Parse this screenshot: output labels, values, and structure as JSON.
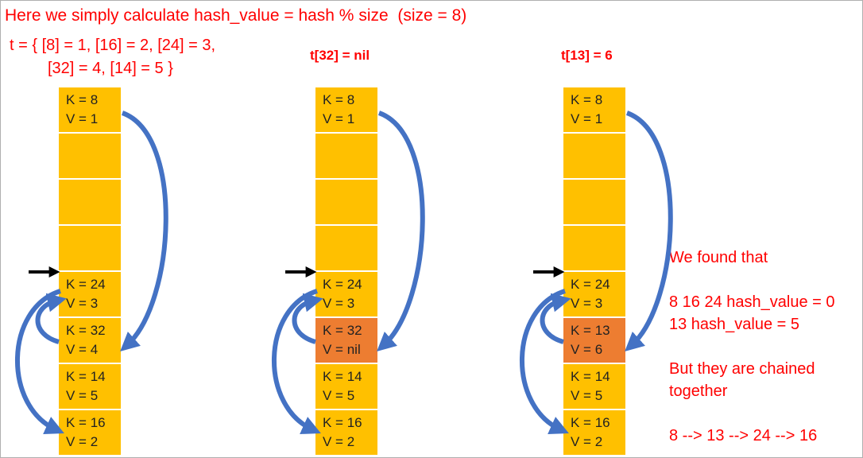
{
  "title": "Here we simply calculate hash_value = hash % size  (size = 8)",
  "table_def": {
    "line1": "t = { [8] = 1, [16] = 2, [24] = 3,",
    "line2": "[32] = 4, [14] = 5 }"
  },
  "columns": [
    {
      "title": "",
      "cells": [
        {
          "k": "K = 8",
          "v": "V = 1",
          "highlight": false
        },
        {
          "k": "",
          "v": "",
          "highlight": false
        },
        {
          "k": "",
          "v": "",
          "highlight": false
        },
        {
          "k": "",
          "v": "",
          "highlight": false
        },
        {
          "k": "K = 24",
          "v": "V = 3",
          "highlight": false
        },
        {
          "k": "K = 32",
          "v": "V = 4",
          "highlight": false
        },
        {
          "k": "K = 14",
          "v": "V = 5",
          "highlight": false
        },
        {
          "k": "K = 16",
          "v": "V = 2",
          "highlight": false
        }
      ]
    },
    {
      "title": "t[32] = nil",
      "cells": [
        {
          "k": "K = 8",
          "v": "V = 1",
          "highlight": false
        },
        {
          "k": "",
          "v": "",
          "highlight": false
        },
        {
          "k": "",
          "v": "",
          "highlight": false
        },
        {
          "k": "",
          "v": "",
          "highlight": false
        },
        {
          "k": "K = 24",
          "v": "V = 3",
          "highlight": false
        },
        {
          "k": "K = 32",
          "v": "V = nil",
          "highlight": true
        },
        {
          "k": "K = 14",
          "v": "V = 5",
          "highlight": false
        },
        {
          "k": "K = 16",
          "v": "V = 2",
          "highlight": false
        }
      ]
    },
    {
      "title": "t[13] = 6",
      "cells": [
        {
          "k": "K = 8",
          "v": "V = 1",
          "highlight": false
        },
        {
          "k": "",
          "v": "",
          "highlight": false
        },
        {
          "k": "",
          "v": "",
          "highlight": false
        },
        {
          "k": "",
          "v": "",
          "highlight": false
        },
        {
          "k": "K = 24",
          "v": "V = 3",
          "highlight": false
        },
        {
          "k": "K = 13",
          "v": "V = 6",
          "highlight": true
        },
        {
          "k": "K = 14",
          "v": "V = 5",
          "highlight": false
        },
        {
          "k": "K = 16",
          "v": "V = 2",
          "highlight": false
        }
      ]
    }
  ],
  "notes": {
    "line1": "We found that",
    "line2": "8 16 24 hash_value = 0",
    "line3": "13 hash_value = 5",
    "line4": "But they are chained",
    "line5": "together",
    "line6": "8 --> 13 --> 24 --> 16"
  },
  "colors": {
    "text_red": "#ff0000",
    "cell": "#ffc000",
    "cell_highlight": "#ed7d31",
    "arrow": "#4472c4"
  }
}
